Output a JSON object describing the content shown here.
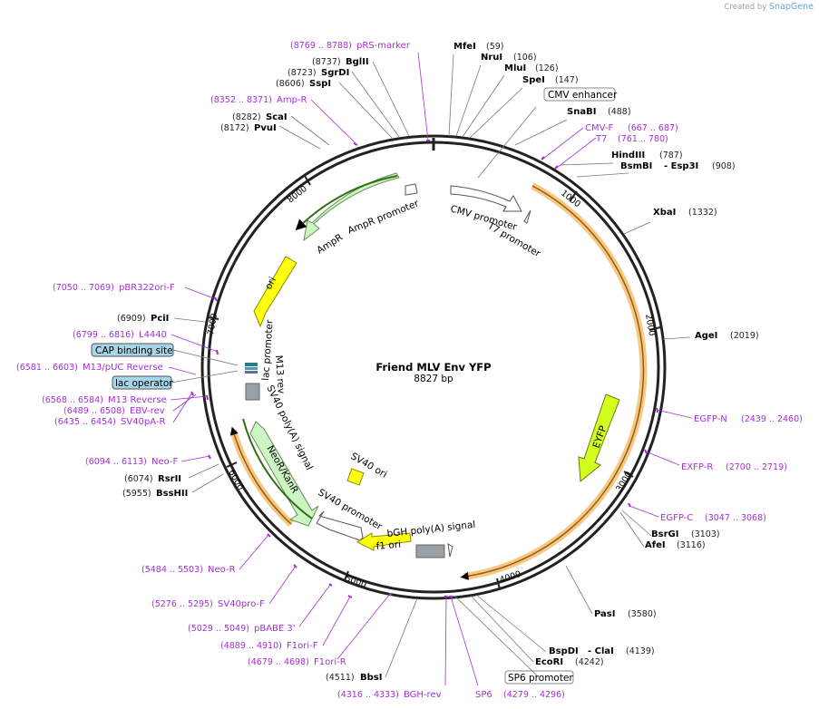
{
  "credit": {
    "prefix": "Created by",
    "brand": "SnapGene"
  },
  "plasmid": {
    "name": "Friend MLV Env YFP",
    "size": "8827 bp"
  },
  "ticks": [
    "1000",
    "2000",
    "3000",
    "4000",
    "5000",
    "6000",
    "7000",
    "8000"
  ],
  "enzymes": [
    {
      "name": "MfeI",
      "pos": "(59)"
    },
    {
      "name": "NruI",
      "pos": "(106)"
    },
    {
      "name": "MluI",
      "pos": "(126)"
    },
    {
      "name": "SpeI",
      "pos": "(147)"
    },
    {
      "name": "SnaBI",
      "pos": "(488)"
    },
    {
      "name": "HindIII",
      "pos": "(787)"
    },
    {
      "name": "BsmBI",
      "pos": ""
    },
    {
      "name": "- Esp3I",
      "pos": "(908)"
    },
    {
      "name": "XbaI",
      "pos": "(1332)"
    },
    {
      "name": "AgeI",
      "pos": "(2019)"
    },
    {
      "name": "BsrGI",
      "pos": "(3103)"
    },
    {
      "name": "AfeI",
      "pos": "(3116)"
    },
    {
      "name": "PasI",
      "pos": "(3580)"
    },
    {
      "name": "BspDI",
      "pos": ""
    },
    {
      "name": "- ClaI",
      "pos": "(4139)"
    },
    {
      "name": "EcoRI",
      "pos": "(4242)"
    },
    {
      "name": "BbsI",
      "pos": "(4511)"
    },
    {
      "name": "BssHII",
      "pos": "(5955)"
    },
    {
      "name": "RsrII",
      "pos": "(6074)"
    },
    {
      "name": "PciI",
      "pos": "(6909)"
    },
    {
      "name": "PvuI",
      "pos": "(8172)"
    },
    {
      "name": "ScaI",
      "pos": "(8282)"
    },
    {
      "name": "SspI",
      "pos": "(8606)"
    },
    {
      "name": "SgrDI",
      "pos": "(8723)"
    },
    {
      "name": "BglII",
      "pos": "(8737)"
    }
  ],
  "primers": [
    {
      "name": "pRS-marker",
      "pos": "(8769 .. 8788)"
    },
    {
      "name": "Amp-R",
      "pos": "(8352 .. 8371)"
    },
    {
      "name": "CMV-F",
      "pos": "(667 .. 687)"
    },
    {
      "name": "T7",
      "pos": "(761 .. 780)"
    },
    {
      "name": "EGFP-N",
      "pos": "(2439 .. 2460)"
    },
    {
      "name": "EXFP-R",
      "pos": "(2700 .. 2719)"
    },
    {
      "name": "EGFP-C",
      "pos": "(3047 .. 3068)"
    },
    {
      "name": "SP6",
      "pos": "(4279 .. 4296)"
    },
    {
      "name": "BGH-rev",
      "pos": "(4316 .. 4333)"
    },
    {
      "name": "F1ori-R",
      "pos": "(4679 .. 4698)"
    },
    {
      "name": "F1ori-F",
      "pos": "(4889 .. 4910)"
    },
    {
      "name": "pBABE 3'",
      "pos": "(5029 .. 5049)"
    },
    {
      "name": "SV40pro-F",
      "pos": "(5276 .. 5295)"
    },
    {
      "name": "Neo-R",
      "pos": "(5484 .. 5503)"
    },
    {
      "name": "Neo-F",
      "pos": "(6094 .. 6113)"
    },
    {
      "name": "SV40pA-R",
      "pos": "(6435 .. 6454)"
    },
    {
      "name": "EBV-rev",
      "pos": "(6489 .. 6508)"
    },
    {
      "name": "M13 Reverse",
      "pos": "(6568 .. 6584)"
    },
    {
      "name": "M13/pUC Reverse",
      "pos": "(6581 .. 6603)"
    },
    {
      "name": "L4440",
      "pos": "(6799 .. 6816)"
    },
    {
      "name": "pBR322ori-F",
      "pos": "(7050 .. 7069)"
    }
  ],
  "boxed_labels": [
    "CMV enhancer",
    "CAP binding site",
    "lac operator",
    "SP6 promoter"
  ],
  "features": {
    "cmv_promoter": "CMV promoter",
    "t7_promoter": "T7 promoter",
    "amp_promoter": "AmpR promoter",
    "ampr": "AmpR",
    "ori": "ori",
    "lac_promoter": "lac promoter",
    "m13_rev": "M13 rev",
    "sv40_polya": "SV40 poly(A) signal",
    "neor": "NeoR/KanR",
    "sv40_ori": "SV40 ori",
    "sv40_promoter": "SV40 promoter",
    "bgh": "bGH poly(A) signal",
    "f1_ori": "f1 ori",
    "eyfp": "EYFP"
  },
  "colors": {
    "primer": "#a42fd6",
    "orange_feature": "#f2b055",
    "orf_line": "#2f6f12",
    "ampr_fill": "#ccf5c6",
    "ori_fill": "#ffff0f",
    "eyfp_fill": "#d3ff1e",
    "boxed_fill": "#a7d6ea",
    "grey_feature": "#9aa0a6"
  }
}
